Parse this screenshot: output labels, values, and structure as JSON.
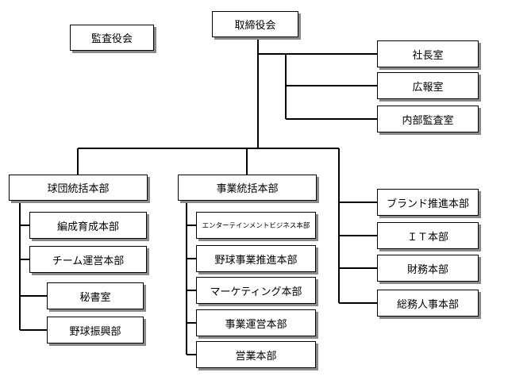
{
  "top": {
    "audit_board": "監査役会",
    "board_of_directors": "取締役会"
  },
  "staff_offices": [
    "社長室",
    "広報室",
    "内部監査室"
  ],
  "baseball_ops": {
    "title": "球団統括本部",
    "children": [
      "編成育成本部",
      "チーム運営本部",
      "秘書室",
      "野球振興部"
    ]
  },
  "business_ops": {
    "title": "事業統括本部",
    "children": [
      "エンターテインメントビジネス本部",
      "野球事業推進本部",
      "マーケティング本部",
      "事業運営本部",
      "営業本部"
    ]
  },
  "corporate_divisions": [
    "ブランド推進本部",
    "ＩＴ本部",
    "財務本部",
    "総務人事本部"
  ]
}
